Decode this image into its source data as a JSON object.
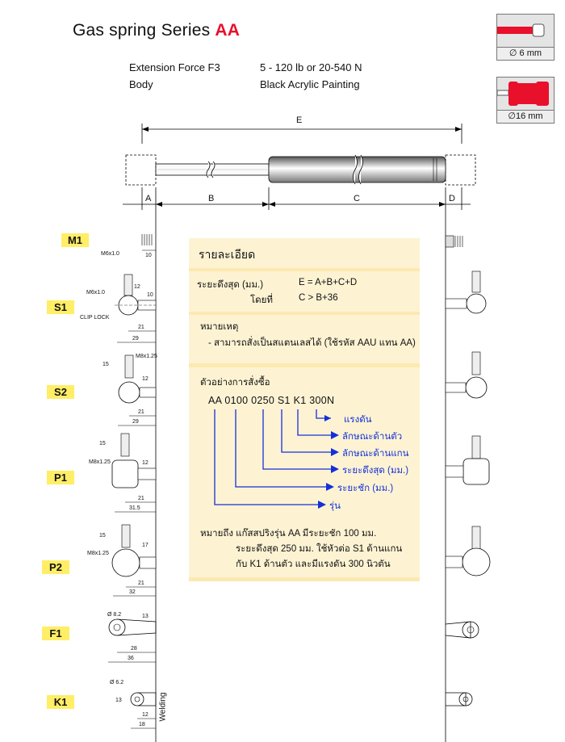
{
  "header": {
    "title_prefix": "Gas spring Series",
    "title_series": "AA",
    "spec_rows": [
      {
        "label": "Extension Force F3",
        "value": "5 - 120 lb or 20-540 N"
      },
      {
        "label": "Body",
        "value": "Black Acrylic Painting"
      }
    ],
    "badges": [
      {
        "caption": "∅ 6 mm"
      },
      {
        "caption": "∅16 mm"
      }
    ]
  },
  "dimensions": {
    "E": "E",
    "A": "A",
    "B": "B",
    "C": "C",
    "D": "D"
  },
  "end_fittings": [
    {
      "code": "M1",
      "texts": [
        "M6x1.0",
        "10"
      ]
    },
    {
      "code": "S1",
      "texts": [
        "M6x1.0",
        "12",
        "10",
        "CLIP LOCK",
        "21",
        "29"
      ]
    },
    {
      "code": "S2",
      "texts": [
        "15",
        "M8x1.25",
        "12",
        "21",
        "29"
      ]
    },
    {
      "code": "P1",
      "texts": [
        "15",
        "M8x1.25",
        "12",
        "21",
        "31.5"
      ]
    },
    {
      "code": "P2",
      "texts": [
        "15",
        "M8x1.25",
        "17",
        "21",
        "32"
      ]
    },
    {
      "code": "F1",
      "texts": [
        "Ø 8.2",
        "13",
        "28",
        "36"
      ]
    },
    {
      "code": "K1",
      "texts": [
        "Ø 6.2",
        "13",
        "12",
        "18",
        "Welding"
      ]
    }
  ],
  "details": {
    "heading": "รายละเอียด",
    "max_length_label": "ระยะดึงสุด (มม.)",
    "max_length_formula": "E = A+B+C+D",
    "where_label": "โดยที่",
    "where_formula": "C > B+36",
    "note_heading": "หมายเหตุ",
    "note_text": "- สามารถสั่งเป็นสแตนเลสได้ (ใช้รหัส AAU แทน AA)",
    "order_heading": "ตัวอย่างการสั่งซื้อ",
    "order_code": "AA 0100 0250 S1 K1 300N",
    "legend": [
      "แรงดัน",
      "ลักษณะด้านตัว",
      "ลักษณะด้านแกน",
      "ระยะดึงสุด (มม.)",
      "ระยะชัก (มม.)",
      "รุ่น"
    ],
    "explanation": [
      "หมายถึง   แก๊สสปริงรุ่น AA มีระยะชัก 100 มม.",
      "ระยะดึงสุด 250 มม.  ใช้หัวต่อ S1 ด้านแกน",
      "กับ K1 ด้านตัว  และมีแรงดัน 300 นิวตัน"
    ]
  },
  "colors": {
    "accent_red": "#e8102b",
    "label_yellow": "#ffee66",
    "panel_fill": "#fde9b0",
    "arrow_blue": "#1430d8"
  }
}
